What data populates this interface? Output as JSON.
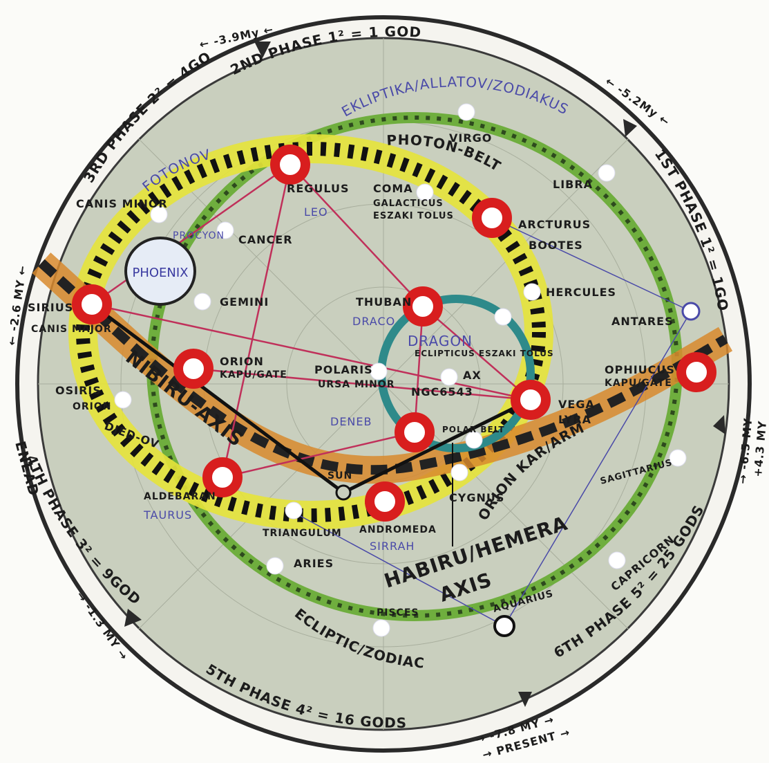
{
  "ring_labels": {
    "phase2": "2ND PHASE 1² = 1 GOD",
    "phase1": "1ST PHASE 1² = 1GOD",
    "phase3": "3RD PHASE 2² = 4GODS",
    "phase4": "4TH PHASE 3² = 9GODS",
    "phase5": "5TH PHASE 4² = 16 GODS",
    "phase6": "6TH PHASE 5² = 25 GODS",
    "enead": "ENEAD"
  },
  "time_marks": {
    "t39": "← -3.9My ←",
    "t52": "← -5.2My ←",
    "t26": "← -2.6 MY ←",
    "t13": "→ -1.3 MY →",
    "t78": "→ -7.8 MY →",
    "present": "→ PRESENT →",
    "t65": "→ -6.5 MY",
    "t43": "+4.3 MY"
  },
  "belts": {
    "photon": "PHOTON-BELT",
    "fotonov": "FOTONOV",
    "ecliptika": "EKLIPTIKA/ALLATOV/ZODIAKUS",
    "ecliptic": "ECLIPTIC/ZODIAC",
    "nibiru": "NIBIRU-AXIS",
    "habiru": "HABIRU/HEMERA",
    "axis": "AXIS",
    "dragon": "DRAGON",
    "orion_arm": "ORION KAR/ARM"
  },
  "phoenix": "PHOENIX",
  "stars": {
    "virgo": "VIRGO",
    "libra": "LIBRA",
    "regulus": "REGULUS",
    "leo": "LEO",
    "coma": "COMA",
    "galacticus": "GALACTICUS",
    "eszakitolus": "ESZAKI TOLUS",
    "arcturus": "ARCTURUS",
    "bootes": "BOOTES",
    "canis_minor": "CANIS MINOR",
    "procyon": "PROCYON",
    "cancer": "CANCER",
    "hercules": "HERCULES",
    "sirius": "SIRIUS",
    "canis_major": "CANIS MAJOR",
    "gemini": "GEMINI",
    "thuban": "THUBAN",
    "draco": "DRACO",
    "antares": "ANTARES",
    "orion": "ORION",
    "kapu_gate": "KAPU/GATE",
    "polaris": "POLARIS",
    "ursa_minor": "URSA MINOR",
    "ecl_eszaki": "ECLIPTICUS ESZAKI TOLUS",
    "ax": "AX",
    "ngc": "NGC6543",
    "ophiucus": "OPHIUCUS",
    "ophiucus_gate": "KAPU/GATE",
    "vega": "VEGA",
    "lyra": "LYRA",
    "osiris": "OSIRIS",
    "orion2": "ORION",
    "djed": "DJED-OV",
    "deneb": "DENEB",
    "polaris_belt": "POLAR BELT",
    "sun": "SUN",
    "aldebaran": "ALDEBARAN",
    "taurus": "TAURUS",
    "cygnus": "CYGNUS",
    "sagittarius": "SAGITTARIUS",
    "triangulum": "TRIANGULUM",
    "andromeda": "ANDROMEDA",
    "sirrah": "SIRRAH",
    "aries": "ARIES",
    "pisces": "PISCES",
    "aquarius": "AQUARIUS",
    "capricorn": "CAPRICORN"
  },
  "colors": {
    "map": "#c9cfbe",
    "ring": "#2a2a2a",
    "photon_belt": "#e6e33a",
    "ecliptic_belt": "#6fae3e",
    "nibiru_belt": "#d88a2e",
    "red_marker": "#d81e1e",
    "teal_ring": "#2e8a8a",
    "link_line": "#c0305a"
  }
}
